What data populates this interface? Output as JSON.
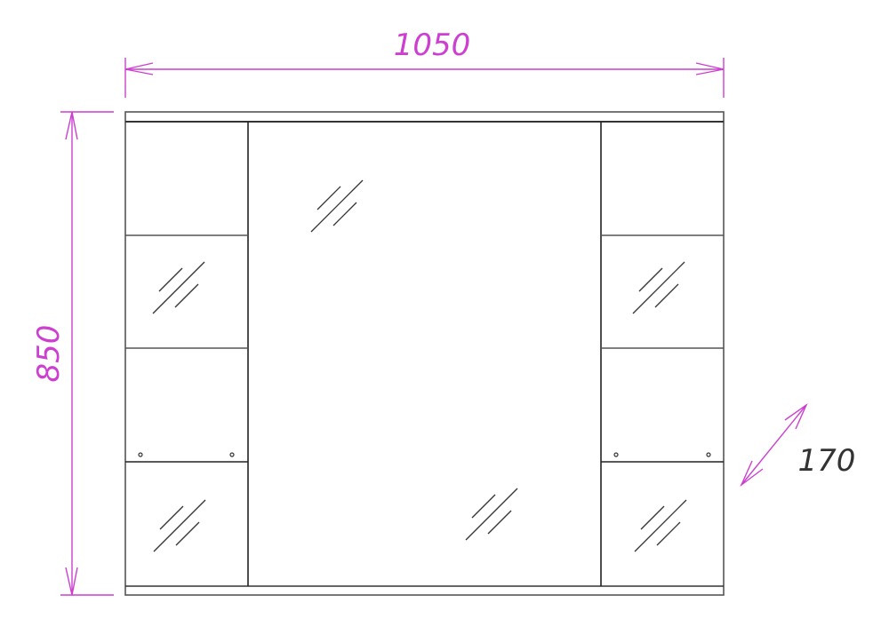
{
  "dimensions": {
    "width": {
      "label": "1050",
      "value_mm": 1050
    },
    "height": {
      "label": "850",
      "value_mm": 850
    },
    "depth": {
      "label": "170",
      "value_mm": 170
    }
  },
  "colors": {
    "dimension": "#cc3fd0",
    "outline": "#555555",
    "depth_text": "#333333"
  }
}
